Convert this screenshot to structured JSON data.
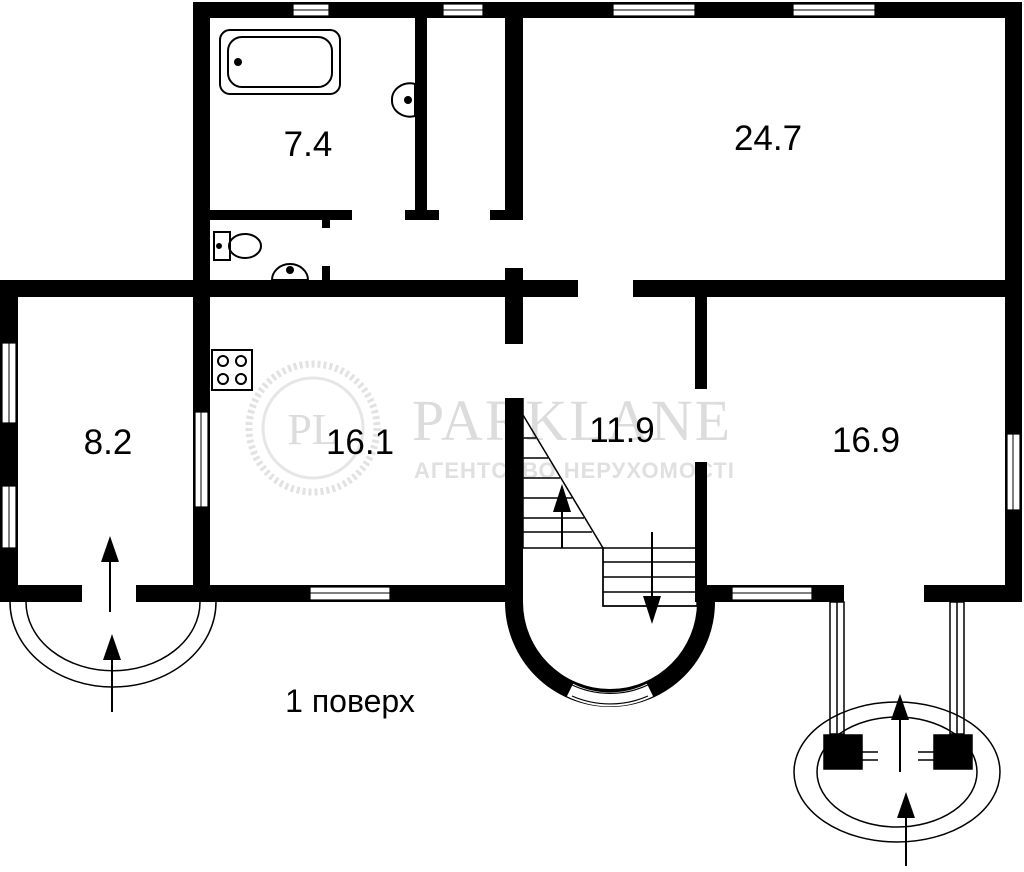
{
  "rooms": {
    "bathroom": "7.4",
    "big_room": "24.7",
    "left_room": "8.2",
    "kitchen": "16.1",
    "hall": "11.9",
    "right_room": "16.9"
  },
  "floor_label": "1 поверх",
  "watermark": {
    "logo": "PL",
    "title": "PARKLANE",
    "subtitle": "АГЕНТСТВО НЕРУХОМОСТІ"
  },
  "colors": {
    "wall": "#000000",
    "background": "#ffffff",
    "watermark": "#dcdcdc"
  }
}
